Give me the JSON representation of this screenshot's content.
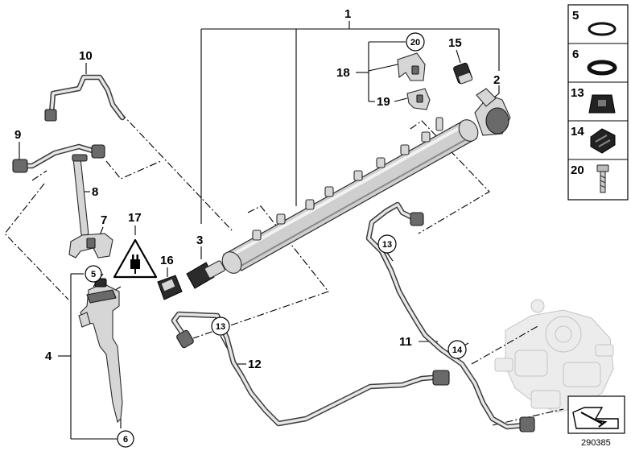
{
  "callouts": {
    "c1": "1",
    "c2": "2",
    "c3": "3",
    "c4": "4",
    "c7": "7",
    "c8": "8",
    "c9": "9",
    "c10": "10",
    "c11": "11",
    "c12": "12",
    "c15": "15",
    "c16": "16",
    "c17": "17",
    "c18": "18",
    "c19": "19"
  },
  "circled": {
    "c5": "5",
    "c6": "6",
    "c13a": "13",
    "c13b": "13",
    "c14": "14",
    "c20": "20"
  },
  "legend": [
    {
      "label": "5",
      "icon": "o-ring-thin-icon"
    },
    {
      "label": "6",
      "icon": "o-ring-thick-icon"
    },
    {
      "label": "13",
      "icon": "rubber-grommet-icon"
    },
    {
      "label": "14",
      "icon": "pipe-clip-icon"
    },
    {
      "label": "20",
      "icon": "bolt-icon"
    }
  ],
  "reference_number": "290385",
  "icons": {
    "warning": "warning-triangle-plug-icon",
    "nav": "arrow-symbol-icon"
  }
}
